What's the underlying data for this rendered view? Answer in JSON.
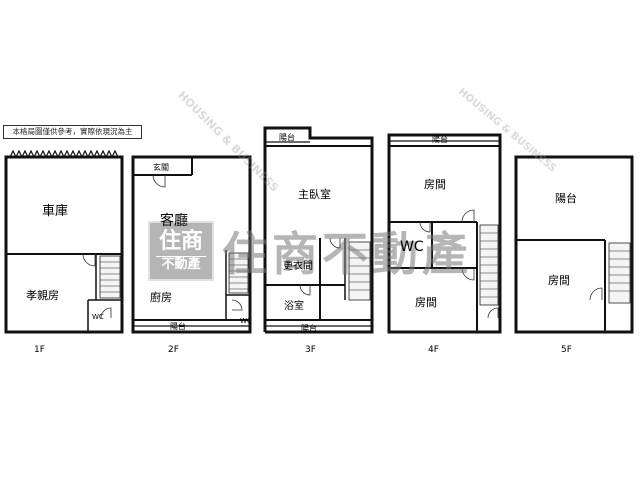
{
  "notice": "本格局圖僅供參考，實際依現況為主",
  "floors": [
    {
      "id": "1f",
      "label": "1F",
      "rooms": {
        "garage": "車庫",
        "parents": "孝親房",
        "wc": "WC"
      }
    },
    {
      "id": "2f",
      "label": "2F",
      "rooms": {
        "foyer": "玄關",
        "living": "客廳",
        "kitchen": "廚房",
        "balcony": "陽台",
        "wc": "WC"
      }
    },
    {
      "id": "3f",
      "label": "3F",
      "rooms": {
        "balcony_top": "陽台",
        "master": "主臥室",
        "closet": "更衣間",
        "bath": "浴室",
        "balcony_bottom": "陽台"
      }
    },
    {
      "id": "4f",
      "label": "4F",
      "rooms": {
        "balcony": "陽台",
        "room_top": "房間",
        "wc": "WC",
        "room_bottom": "房間"
      }
    },
    {
      "id": "5f",
      "label": "5F",
      "rooms": {
        "balcony": "陽台",
        "room": "房間"
      }
    }
  ],
  "watermark": {
    "box_top": "住商",
    "box_bottom": "不動產",
    "text": "住商不動產",
    "english": "HOUSING & BUSINESS"
  }
}
